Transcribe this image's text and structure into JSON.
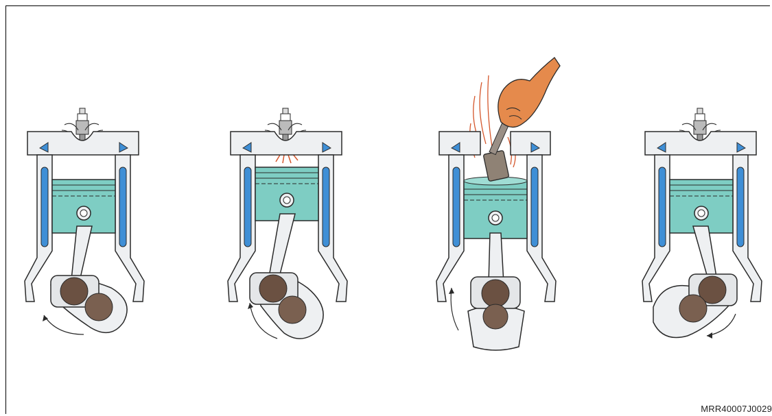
{
  "figure_ref": "MRR40007J0029",
  "colors": {
    "block": "#eef0f2",
    "outline": "#2a2a2a",
    "coolant": "#3f8fd6",
    "piston": "#7ecdc3",
    "piston_dark": "#5fb3a9",
    "bearing": "#6b5142",
    "spark": "#d4562b",
    "skin": "#e58a4c"
  },
  "panels": [
    {
      "name": "panel-1"
    },
    {
      "name": "panel-2"
    },
    {
      "name": "panel-3"
    },
    {
      "name": "panel-4"
    }
  ]
}
